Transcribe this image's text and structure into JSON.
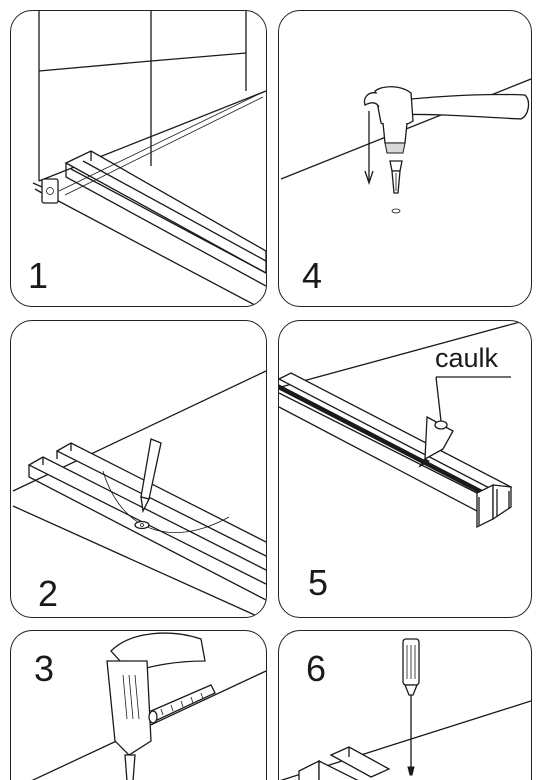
{
  "panels": [
    {
      "id": "p1",
      "step": "1",
      "illustration": "level-check-sill"
    },
    {
      "id": "p4",
      "step": "4",
      "illustration": "hammer-wall-anchor"
    },
    {
      "id": "p2",
      "step": "2",
      "illustration": "mark-hole-pencil"
    },
    {
      "id": "p5",
      "step": "5",
      "illustration": "caulk-track",
      "callout": "caulk"
    },
    {
      "id": "p3",
      "step": "3",
      "illustration": "drill-hole"
    },
    {
      "id": "p6",
      "step": "6",
      "illustration": "screw-down-track"
    }
  ]
}
